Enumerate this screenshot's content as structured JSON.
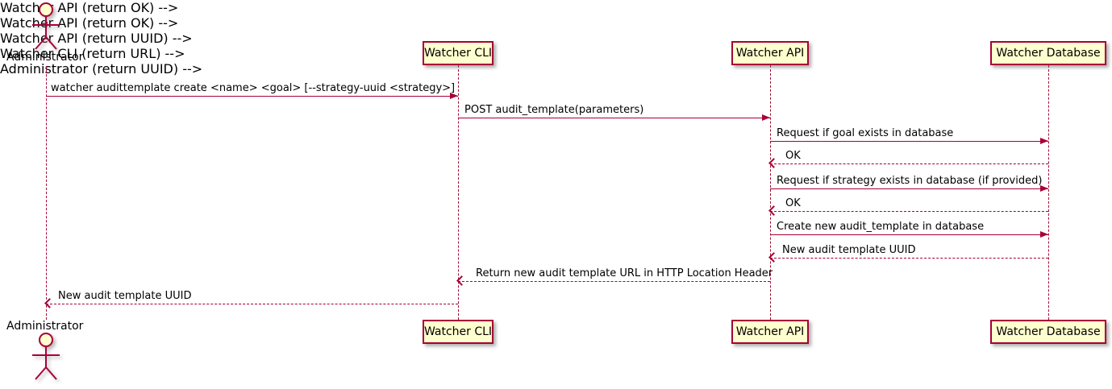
{
  "diagram_type": "uml-sequence-diagram",
  "colors": {
    "line": "#A80036",
    "participant_fill": "#FEFECE",
    "text": "#000000",
    "background": "#ffffff"
  },
  "actor": {
    "label": "Administrator"
  },
  "participants": {
    "cli": "Watcher CLI",
    "api": "Watcher API",
    "db": "Watcher Database"
  },
  "messages": [
    {
      "from": "Administrator",
      "to": "Watcher CLI",
      "style": "solid",
      "text": "watcher audittemplate create <name> <goal> [--strategy-uuid <strategy>]"
    },
    {
      "from": "Watcher CLI",
      "to": "Watcher API",
      "style": "solid",
      "text": "POST audit_template(parameters)"
    },
    {
      "from": "Watcher API",
      "to": "Watcher Database",
      "style": "solid",
      "text": "Request if goal exists in database"
    },
    {
      "from": "Watcher Database",
      "to": "Watcher API",
      "style": "dashed",
      "text": "OK"
    },
    {
      "from": "Watcher API",
      "to": "Watcher Database",
      "style": "solid",
      "text": "Request if strategy exists in database (if provided)"
    },
    {
      "from": "Watcher Database",
      "to": "Watcher API",
      "style": "dashed",
      "text": "OK"
    },
    {
      "from": "Watcher API",
      "to": "Watcher Database",
      "style": "solid",
      "text": "Create new audit_template in database"
    },
    {
      "from": "Watcher Database",
      "to": "Watcher API",
      "style": "dashed",
      "text": "New audit template UUID"
    },
    {
      "from": "Watcher API",
      "to": "Watcher CLI",
      "style": "dashed",
      "text": "Return new audit template URL in HTTP Location Header"
    },
    {
      "from": "Watcher CLI",
      "to": "Administrator",
      "style": "dashed",
      "text": "New audit template UUID"
    }
  ]
}
